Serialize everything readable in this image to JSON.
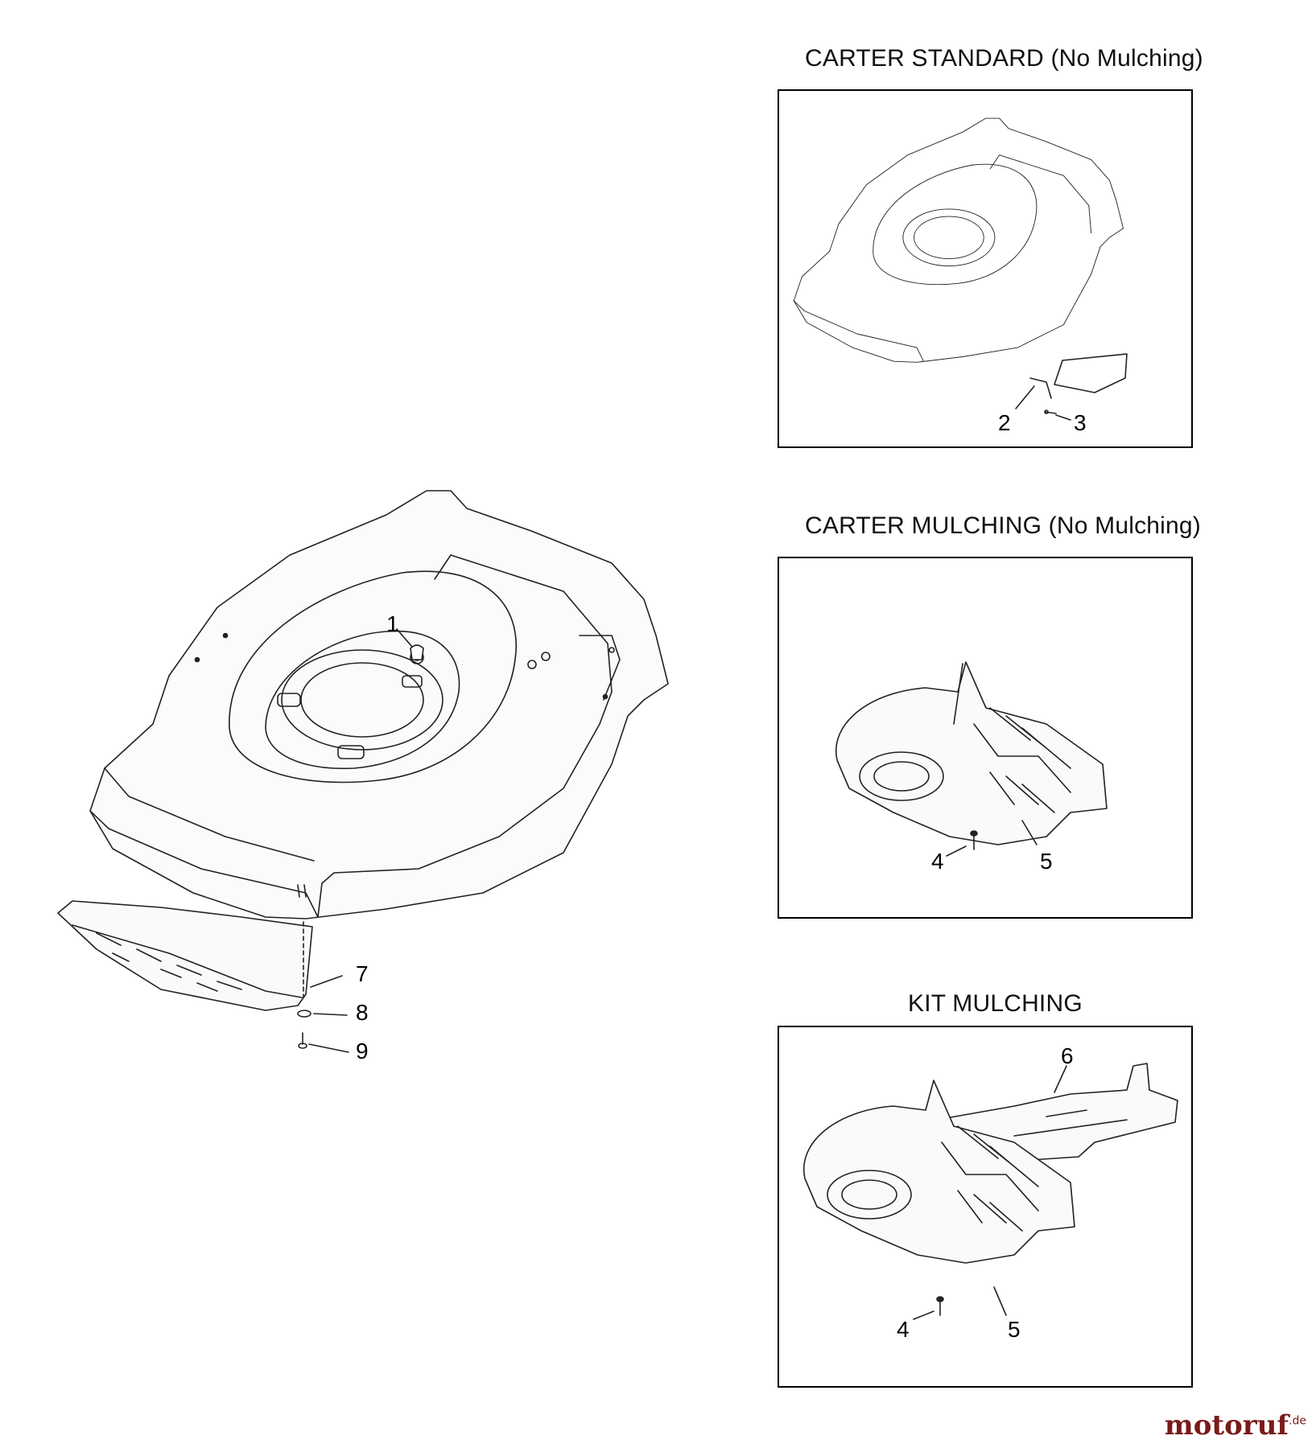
{
  "panels": {
    "standard": {
      "title": "CARTER STANDARD (No Mulching)"
    },
    "mulching": {
      "title": "CARTER MULCHING (No Mulching)"
    },
    "kit": {
      "title": "KIT MULCHING"
    }
  },
  "callouts": {
    "c1": "1",
    "c2": "2",
    "c3": "3",
    "c4a": "4",
    "c5a": "5",
    "c6": "6",
    "c4b": "4",
    "c5b": "5",
    "c7": "7",
    "c8": "8",
    "c9": "9"
  },
  "watermark": {
    "text": "motoruf",
    "suffix": ".de",
    "color": "#7a1a1a"
  }
}
